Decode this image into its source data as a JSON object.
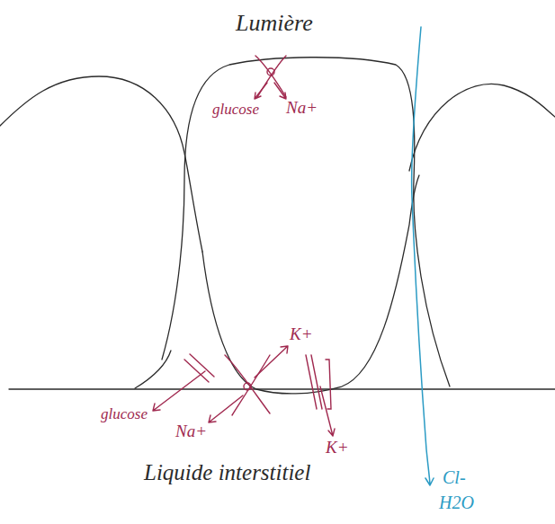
{
  "diagram": {
    "labels": [
      "Lumière",
      "glucose",
      "Na+",
      "glucose",
      "Na+",
      "K+",
      "K+",
      "Cl-",
      "H2O",
      "Liquide interstitiel"
    ]
  }
}
